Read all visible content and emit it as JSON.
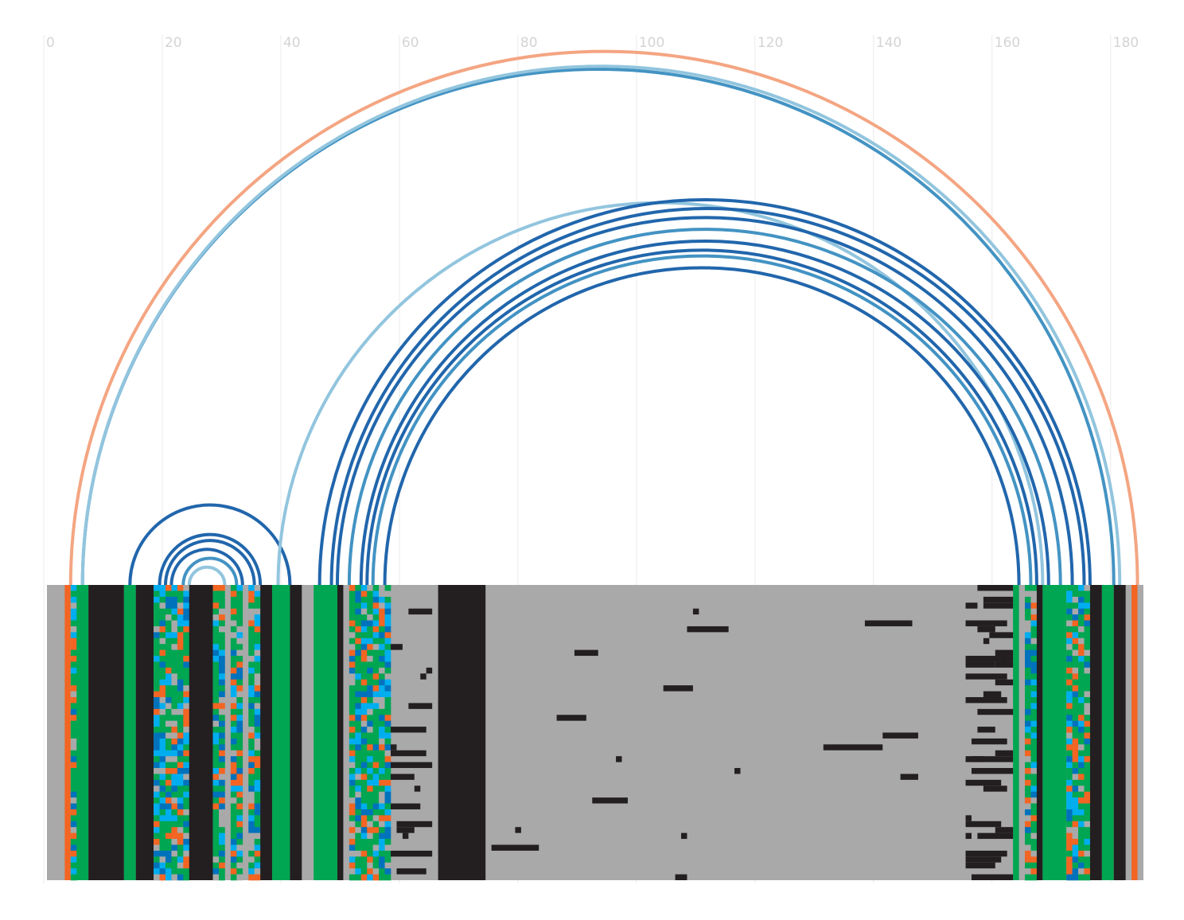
{
  "chart_data": {
    "type": "arc-diagram",
    "title": "",
    "xlabel": "",
    "ylabel": "",
    "xlim": [
      0,
      185
    ],
    "x_ticks": [
      0,
      20,
      40,
      60,
      80,
      100,
      120,
      140,
      160,
      180
    ],
    "x_tick_labels": [
      "0",
      "20",
      "40",
      "60",
      "80",
      "100",
      "120",
      "140",
      "160",
      "180"
    ],
    "grid": true,
    "colors": {
      "arc_orange": "#f4a582",
      "arc_dark_blue": "#2166ac",
      "arc_mid_blue": "#4393c3",
      "arc_light_blue": "#92c5de",
      "residue_gray": "#a9a9a9",
      "residue_black": "#231f20",
      "residue_green": "#00a651",
      "residue_blue": "#0072bc",
      "residue_cyan": "#00aeef",
      "residue_orange": "#f26522"
    },
    "arcs": [
      {
        "start": 4,
        "end": 184,
        "color": "orange"
      },
      {
        "start": 6,
        "end": 180,
        "color": "mid_blue"
      },
      {
        "start": 6,
        "end": 181,
        "color": "light_blue"
      },
      {
        "start": 14,
        "end": 41,
        "color": "dark_blue"
      },
      {
        "start": 19,
        "end": 36,
        "color": "dark_blue"
      },
      {
        "start": 20,
        "end": 35,
        "color": "dark_blue"
      },
      {
        "start": 21,
        "end": 33,
        "color": "dark_blue"
      },
      {
        "start": 23,
        "end": 32,
        "color": "mid_blue"
      },
      {
        "start": 24,
        "end": 30,
        "color": "light_blue"
      },
      {
        "start": 39,
        "end": 168,
        "color": "light_blue"
      },
      {
        "start": 46,
        "end": 176,
        "color": "dark_blue"
      },
      {
        "start": 48,
        "end": 175,
        "color": "dark_blue"
      },
      {
        "start": 49,
        "end": 173,
        "color": "dark_blue"
      },
      {
        "start": 51,
        "end": 171,
        "color": "mid_blue"
      },
      {
        "start": 53,
        "end": 169,
        "color": "dark_blue"
      },
      {
        "start": 54,
        "end": 167,
        "color": "dark_blue"
      },
      {
        "start": 55,
        "end": 166,
        "color": "mid_blue"
      },
      {
        "start": 57,
        "end": 164,
        "color": "dark_blue"
      }
    ],
    "alignment": {
      "rows": 50,
      "columns": [
        {
          "from": 0,
          "to": 3,
          "type": "gray"
        },
        {
          "from": 3,
          "to": 4,
          "type": "orange"
        },
        {
          "from": 4,
          "to": 5,
          "type": "variable"
        },
        {
          "from": 5,
          "to": 7,
          "type": "green"
        },
        {
          "from": 7,
          "to": 13,
          "type": "black"
        },
        {
          "from": 13,
          "to": 15,
          "type": "green"
        },
        {
          "from": 15,
          "to": 18,
          "type": "black"
        },
        {
          "from": 18,
          "to": 24,
          "type": "variable"
        },
        {
          "from": 24,
          "to": 28,
          "type": "black"
        },
        {
          "from": 28,
          "to": 30,
          "type": "variable"
        },
        {
          "from": 30,
          "to": 31,
          "type": "gray"
        },
        {
          "from": 31,
          "to": 33,
          "type": "variable"
        },
        {
          "from": 33,
          "to": 34,
          "type": "gray"
        },
        {
          "from": 34,
          "to": 36,
          "type": "variable"
        },
        {
          "from": 36,
          "to": 38,
          "type": "black"
        },
        {
          "from": 38,
          "to": 41,
          "type": "green"
        },
        {
          "from": 41,
          "to": 43,
          "type": "black"
        },
        {
          "from": 43,
          "to": 45,
          "type": "gray"
        },
        {
          "from": 45,
          "to": 49,
          "type": "green"
        },
        {
          "from": 49,
          "to": 50,
          "type": "black"
        },
        {
          "from": 50,
          "to": 51,
          "type": "gray"
        },
        {
          "from": 51,
          "to": 58,
          "type": "variable"
        },
        {
          "from": 58,
          "to": 66,
          "type": "gap-mixed"
        },
        {
          "from": 66,
          "to": 74,
          "type": "black"
        },
        {
          "from": 74,
          "to": 155,
          "type": "gap-mixed"
        },
        {
          "from": 155,
          "to": 163,
          "type": "gap-mixed"
        },
        {
          "from": 163,
          "to": 164,
          "type": "green"
        },
        {
          "from": 164,
          "to": 165,
          "type": "gray"
        },
        {
          "from": 165,
          "to": 167,
          "type": "variable"
        },
        {
          "from": 167,
          "to": 168,
          "type": "black"
        },
        {
          "from": 168,
          "to": 172,
          "type": "green"
        },
        {
          "from": 172,
          "to": 176,
          "type": "variable"
        },
        {
          "from": 176,
          "to": 178,
          "type": "black"
        },
        {
          "from": 178,
          "to": 180,
          "type": "green"
        },
        {
          "from": 180,
          "to": 182,
          "type": "black"
        },
        {
          "from": 182,
          "to": 183,
          "type": "gray"
        },
        {
          "from": 183,
          "to": 184,
          "type": "orange"
        },
        {
          "from": 184,
          "to": 185,
          "type": "gray"
        }
      ]
    }
  }
}
